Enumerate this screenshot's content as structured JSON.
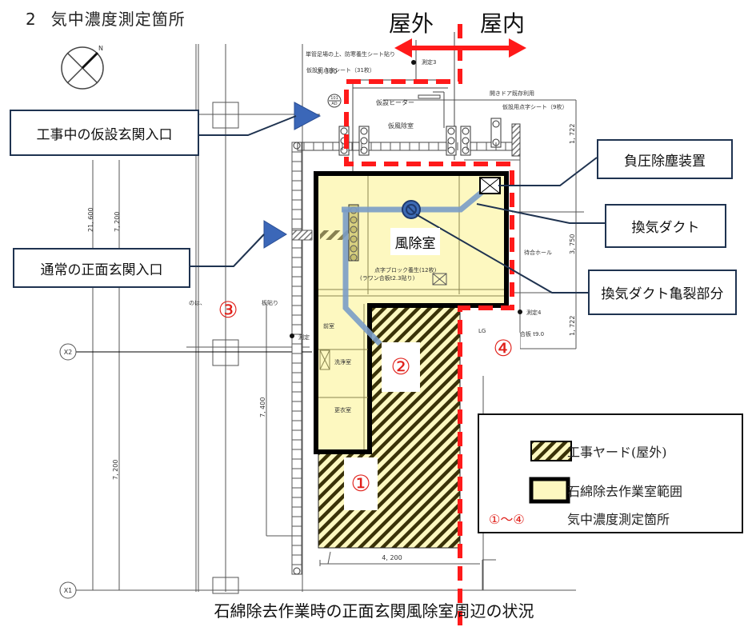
{
  "title": {
    "number": "2",
    "text": "気中濃度測定箇所"
  },
  "header_labels": {
    "outdoor": "屋外",
    "indoor": "屋内"
  },
  "callouts": {
    "temp_entrance": "工事中の仮設玄関入口",
    "normal_entrance": "通常の正面玄関入口",
    "negative_pressure_unit": "負圧除塵装置",
    "vent_duct": "換気ダクト",
    "vent_duct_crack": "換気ダクト亀裂部分"
  },
  "rooms": {
    "windbreak": "風除室",
    "temp_heater": "仮設ヒーター",
    "temp_windbreak": "仮風除室",
    "front_room": "前室",
    "washroom": "洗浄室",
    "changing_room": "更衣室",
    "waiting_hall": "待合ホール"
  },
  "annotations": {
    "scaffold_note": "単管足場の上、防寒養生シート貼り",
    "tactile_sheet_31": "仮設用点字シート（31枚）",
    "tactile_sheet_9": "仮設用点字シート（9枚）",
    "existing_door": "開きドア既存利用",
    "measure_3": "測定3",
    "measure_4": "測定4",
    "block_protect_1": "点字ブロック養生(12枚)",
    "block_protect_2": "(ラワン合板t2.3貼り)",
    "board_pasted": "板貼り",
    "plywood": "合板 t9.0",
    "lg": "LG",
    "door_tag_top": "101",
    "door_tag_bottom": "AD",
    "measure_left": "測定",
    "cut_text": "のは、"
  },
  "dimensions": {
    "d_3300": "3, 300",
    "d_1722a": "1, 722",
    "d_3750": "3, 750",
    "d_1722b": "1, 722",
    "d_21600": "21, 600",
    "d_7200a": "7, 200",
    "d_7400": "7, 400",
    "d_7200b": "7, 200",
    "d_4200": "4, 200"
  },
  "grid_axes": {
    "x1": "X1",
    "x2": "X2"
  },
  "measurement_points": [
    "①",
    "②",
    "③",
    "④"
  ],
  "legend": {
    "items": [
      {
        "label": "工事ヤード(屋外)"
      },
      {
        "label": "石綿除去作業室範囲"
      },
      {
        "symbol": "①～④",
        "label": "気中濃度測定箇所"
      }
    ]
  },
  "caption": "石綿除去作業時の正面玄関風除室周辺の状況",
  "colors": {
    "boundary_red": "#ff0000",
    "work_room_fill": "#fdf8c0",
    "duct_blue": "#7a9cc6",
    "arrow_blue": "#3b67b8",
    "callout_border": "#1f3350",
    "hatch_dark": "#3a3208"
  }
}
